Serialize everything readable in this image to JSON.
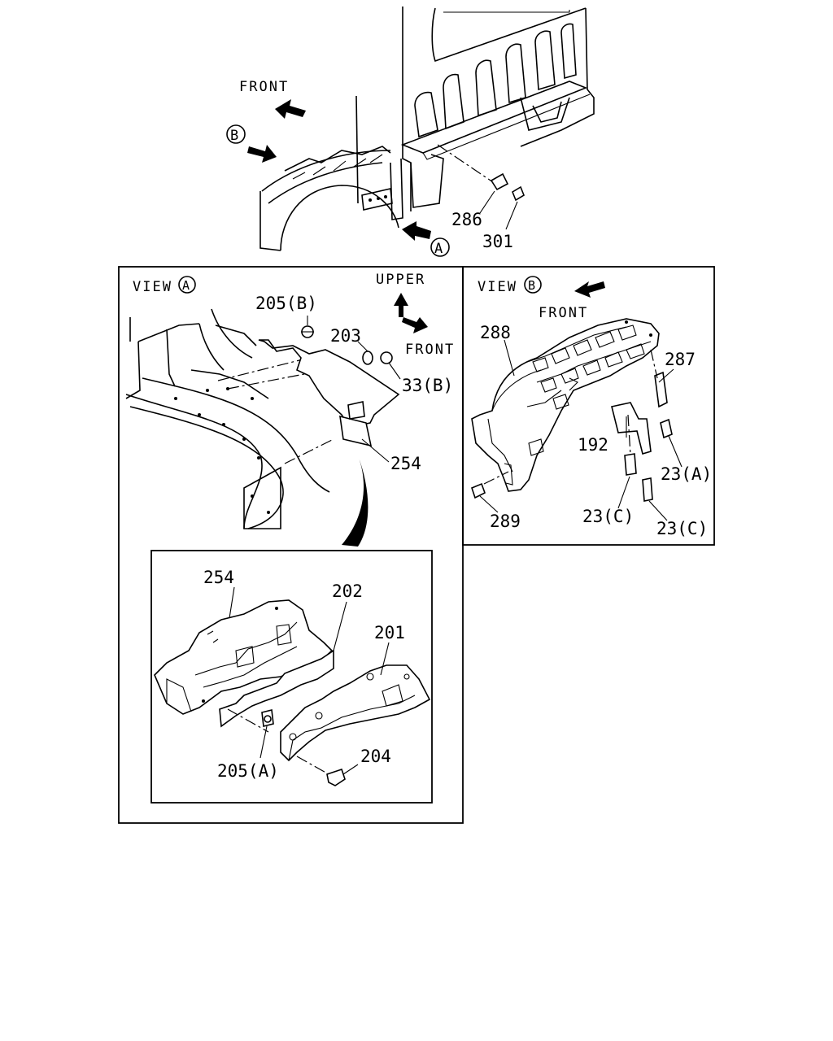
{
  "top": {
    "front_label": "FRONT",
    "callout_b": "B",
    "callout_a": "A",
    "part_286": "286",
    "part_301": "301"
  },
  "view_a": {
    "title_prefix": "VIEW",
    "title_letter": "A",
    "upper_label": "UPPER",
    "front_label": "FRONT",
    "parts": {
      "p205b": "205(B)",
      "p203": "203",
      "p33b": "33(B)",
      "p254": "254"
    },
    "detail": {
      "p254": "254",
      "p202": "202",
      "p201": "201",
      "p205a": "205(A)",
      "p204": "204"
    }
  },
  "view_b": {
    "title_prefix": "VIEW",
    "title_letter": "B",
    "front_label": "FRONT",
    "parts": {
      "p288": "288",
      "p287": "287",
      "p192": "192",
      "p23a": "23(A)",
      "p289": "289",
      "p23c_1": "23(C)",
      "p23c_2": "23(C)"
    }
  }
}
